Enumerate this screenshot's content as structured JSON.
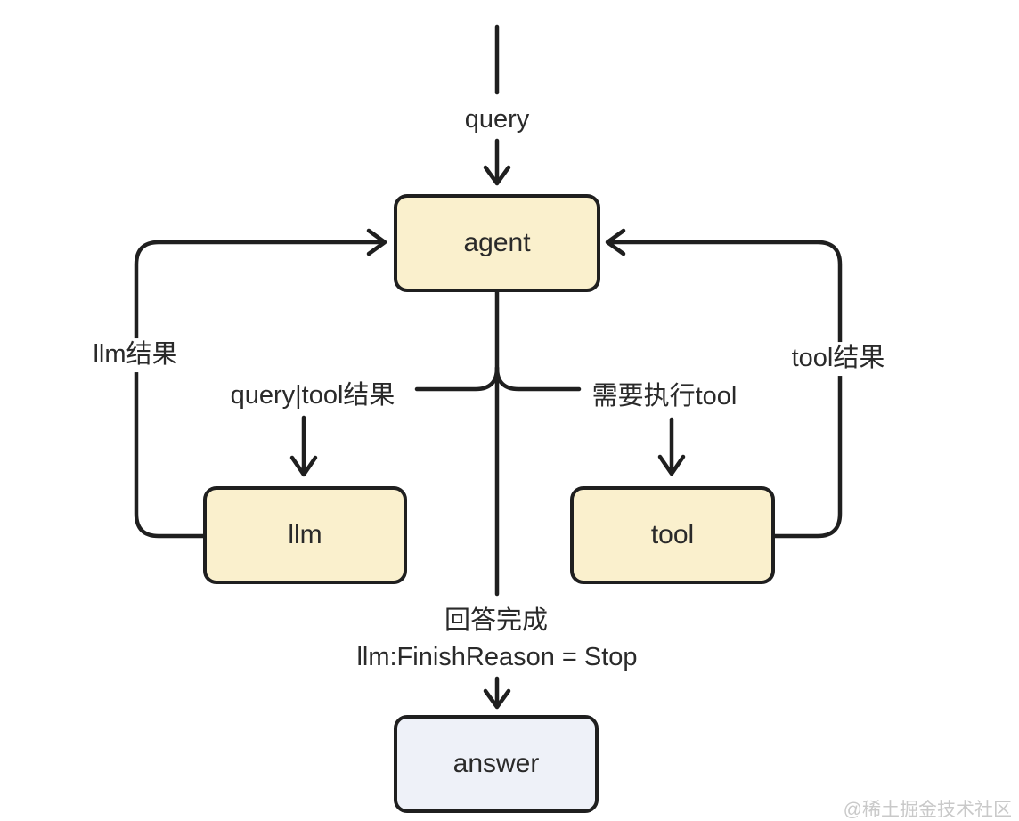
{
  "colors": {
    "background": "#ffffff",
    "stroke": "#1f1f1f",
    "node-fill": "#faf0cd",
    "answer-fill": "#eef1f8",
    "text": "#2a2a2a",
    "watermark": "#c9c9c9"
  },
  "nodes": {
    "agent": {
      "label": "agent"
    },
    "llm": {
      "label": "llm"
    },
    "tool": {
      "label": "tool"
    },
    "answer": {
      "label": "answer"
    }
  },
  "edge_labels": {
    "query": "query",
    "llm_result": "llm结果",
    "tool_result": "tool结果",
    "query_or_tool_result": "query|tool结果",
    "need_tool": "需要执行tool",
    "finish_line1": "回答完成",
    "finish_line2": "llm:FinishReason = Stop"
  },
  "watermark": "@稀土掘金技术社区"
}
